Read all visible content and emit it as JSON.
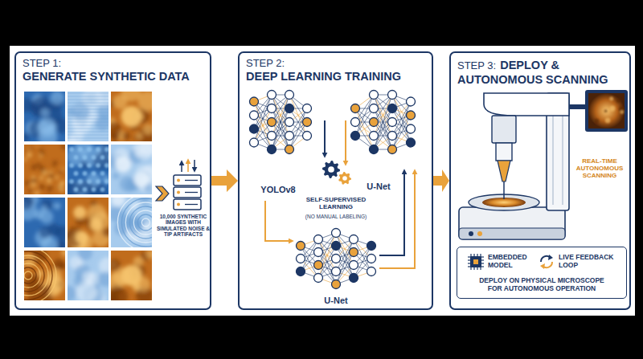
{
  "diagram": {
    "nodes": [
      {
        "text": [
          "STEP 1:",
          "GENERATE SYNTHETIC DATA"
        ]
      },
      {
        "text": [
          "STEP 2:",
          "DEEP LEARNING TRAINING"
        ]
      },
      {
        "text": [
          "STEP 3:",
          "DEPLOY & AUTONOMOUS SCANNING"
        ]
      },
      {
        "text": [
          "EMBEDDED MODEL",
          "LIVE FEEDBACK LOOP",
          "DEPLOY ON PHYSICAL MICROSCOPE FOR AUTONOMOUS OPERATION"
        ],
        "in": 2
      }
    ],
    "edges": [
      {
        "from": 0,
        "to": 1,
        "arrow": "to"
      },
      {
        "from": 1,
        "to": 2,
        "arrow": "to"
      }
    ],
    "labels": [
      "10,000 SYNTHETIC IMAGES WITH SIMULATED NOISE & TIP ARTIFACTS",
      "YOLOv8",
      "U-Net",
      "SELF-SUPERVISED LEARNING",
      "(NO MANUAL LABELING)",
      "U-Net",
      "REAL-TIME AUTONOMOUS SCANNING"
    ]
  }
}
